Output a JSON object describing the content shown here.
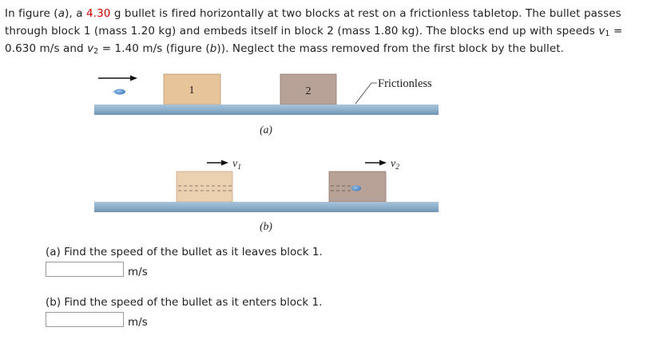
{
  "problem": {
    "t1": "In figure (",
    "t1i": "a",
    "t2": "), a ",
    "bullet_mass": "4.30",
    "t3": " g bullet is fired horizontally at two blocks at rest on a frictionless tabletop. The bullet passes through block 1 (mass 1.20 kg) and embeds itself in block 2 (mass 1.80 kg). The blocks end up with speeds ",
    "v_sym": "v",
    "v_sub1": "1",
    "t4": " = 0.630 m/s and ",
    "v_sub2": "2",
    "t5": " = 1.40 m/s (figure (",
    "t5i": "b",
    "t6": ")). Neglect the mass removed from the first block by the bullet."
  },
  "figure": {
    "block1_label": "1",
    "block2_label": "2",
    "surface_label": "Frictionless",
    "caption_a": "(a)",
    "caption_b": "(b)",
    "v1_label": "v",
    "v1_sub": "1",
    "v2_label": "v",
    "v2_sub": "2",
    "colors": {
      "block1": "#e8c49a",
      "block2": "#b8a196",
      "table": "#8eb0cc",
      "bullet": "#4a88c8"
    }
  },
  "questions": [
    {
      "prompt": "(a) Find the speed of the bullet as it leaves block 1.",
      "value": "",
      "unit": "m/s"
    },
    {
      "prompt": "(b) Find the speed of the bullet as it enters block 1.",
      "value": "",
      "unit": "m/s"
    }
  ]
}
